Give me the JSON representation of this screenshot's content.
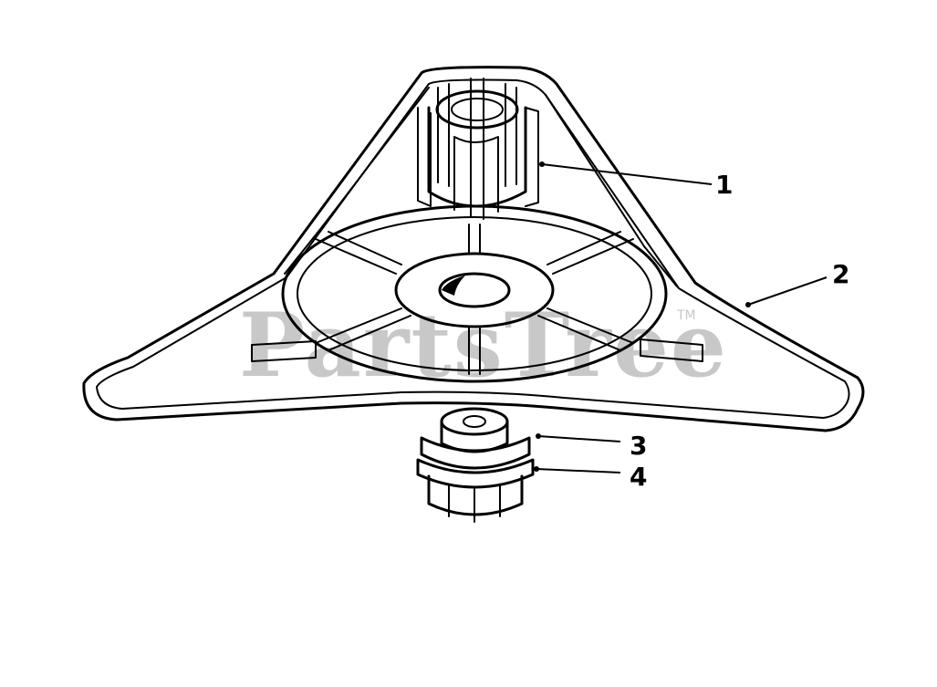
{
  "watermark": {
    "text": "PartsTree",
    "trademark": "TM"
  },
  "callouts": [
    {
      "id": "1",
      "label": "1"
    },
    {
      "id": "2",
      "label": "2"
    },
    {
      "id": "3",
      "label": "3"
    },
    {
      "id": "4",
      "label": "4"
    }
  ]
}
